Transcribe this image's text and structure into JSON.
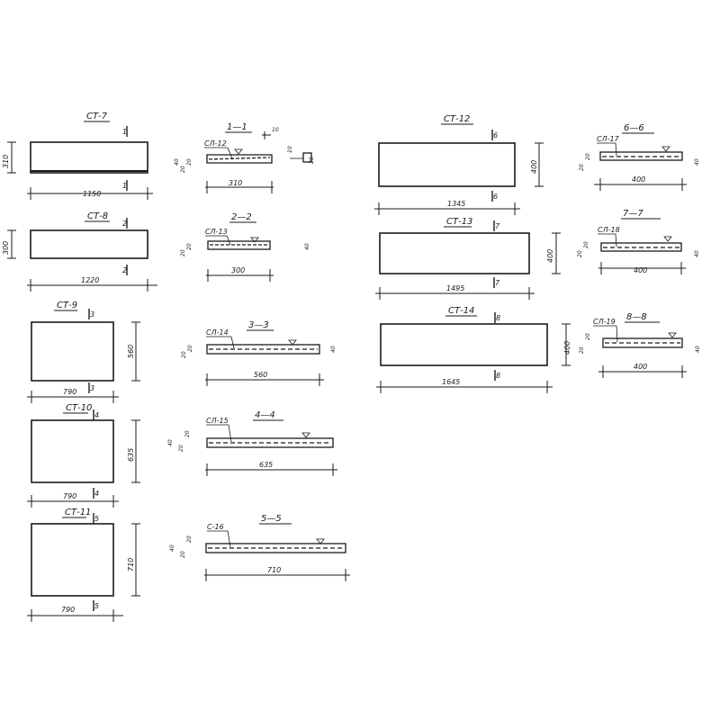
{
  "panels": [
    {
      "label": "СТ-7",
      "cut": "1",
      "width": "1150",
      "height": "310"
    },
    {
      "label": "СТ-8",
      "cut": "2",
      "width": "1220",
      "height": "300"
    },
    {
      "label": "СТ-9",
      "cut": "3",
      "width": "790",
      "height": "560"
    },
    {
      "label": "СТ-10",
      "cut": "4",
      "width": "790",
      "height": "635"
    },
    {
      "label": "СТ-11",
      "cut": "5",
      "width": "790",
      "height": "710"
    },
    {
      "label": "СТ-12",
      "cut": "6",
      "width": "1345",
      "height": "400"
    },
    {
      "label": "СТ-13",
      "cut": "7",
      "width": "1495",
      "height": "400"
    },
    {
      "label": "СТ-14",
      "cut": "8",
      "width": "1645",
      "height": "400"
    }
  ],
  "sections": [
    {
      "title": "1—1",
      "mesh": "СЛ-12",
      "width": "310",
      "thickness": "40"
    },
    {
      "title": "2—2",
      "mesh": "СЛ-13",
      "width": "300",
      "thickness": "40"
    },
    {
      "title": "3—3",
      "mesh": "СЛ-14",
      "width": "560",
      "thickness": "40"
    },
    {
      "title": "4—4",
      "mesh": "СЛ-15",
      "width": "635",
      "thickness": "40"
    },
    {
      "title": "5—5",
      "mesh": "С-16",
      "width": "710",
      "thickness": "40"
    },
    {
      "title": "6—6",
      "mesh": "СЛ-17",
      "width": "400",
      "thickness": "40"
    },
    {
      "title": "7—7",
      "mesh": "СЛ-18",
      "width": "400",
      "thickness": "40"
    },
    {
      "title": "8—8",
      "mesh": "СЛ-19",
      "width": "400",
      "thickness": "40"
    }
  ],
  "detail_1": {
    "top": "10",
    "side": "10",
    "depth": "20"
  },
  "cover": "20"
}
